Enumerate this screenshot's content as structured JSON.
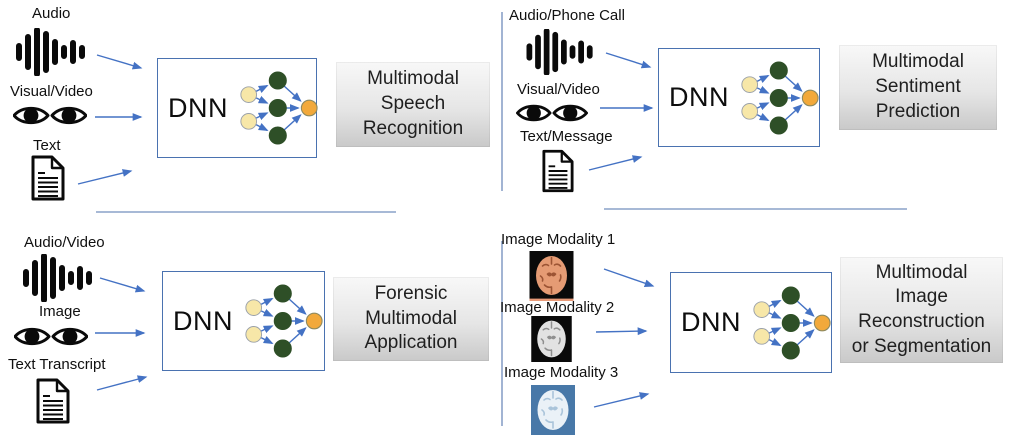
{
  "colors": {
    "node_input": "#f7e7a8",
    "node_input_border": "#9aa0a8",
    "node_hidden": "#2e4f27",
    "node_output": "#f2a93b",
    "node_output_border": "#8f8a5f",
    "arrow_blue": "#4472c4",
    "box_border": "#4a72b0",
    "divider": "#8aa2c8",
    "label_box_top": "#f8f8f8",
    "label_box_bottom": "#c9c9c9",
    "text_dark": "#1f1f1f",
    "icon_black": "#0a0a0a",
    "m1_bg": "#0a0a0a",
    "m1_brain": "#e59b74",
    "m1_detail": "#9c5434",
    "m1_strip": "#e89a78",
    "m2_bg": "#0a0a0a",
    "m2_brain": "#e2e2e2",
    "m2_detail": "#8f8f8f",
    "m3_bg": "#4878a8",
    "m3_brain": "#eaf1f7",
    "m3_detail": "#aac4da"
  },
  "quadrants": {
    "speech": {
      "inputs": [
        {
          "label": "Audio",
          "icon": "audio-waveform"
        },
        {
          "label": "Visual/Video",
          "icon": "eyes"
        },
        {
          "label": "Text",
          "icon": "document"
        }
      ],
      "dnn": "DNN",
      "output_lines": [
        "Multimodal",
        "Speech",
        "Recognition"
      ]
    },
    "sentiment": {
      "inputs": [
        {
          "label": "Audio/Phone Call",
          "icon": "audio-waveform"
        },
        {
          "label": "Visual/Video",
          "icon": "eyes"
        },
        {
          "label": "Text/Message",
          "icon": "document"
        }
      ],
      "dnn": "DNN",
      "output_lines": [
        "Multimodal",
        "Sentiment",
        "Prediction"
      ]
    },
    "forensic": {
      "inputs": [
        {
          "label": "Audio/Video",
          "icon": "audio-waveform"
        },
        {
          "label": "Image",
          "icon": "eyes"
        },
        {
          "label": "Text Transcript",
          "icon": "document"
        }
      ],
      "dnn": "DNN",
      "output_lines": [
        "Forensic",
        "Multimodal",
        "Application"
      ]
    },
    "image": {
      "inputs": [
        {
          "label": "Image Modality 1",
          "icon": "brain-scan-orange"
        },
        {
          "label": "Image Modality 2",
          "icon": "brain-scan-gray"
        },
        {
          "label": "Image Modality 3",
          "icon": "brain-scan-blue"
        }
      ],
      "dnn": "DNN",
      "output_lines": [
        "Multimodal",
        "Image",
        "Reconstruction",
        "or Segmentation"
      ]
    }
  }
}
